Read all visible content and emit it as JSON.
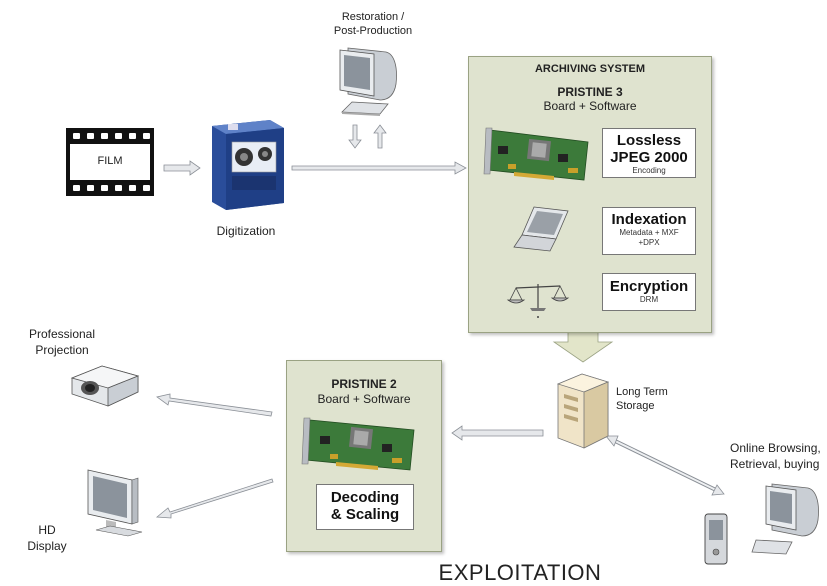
{
  "film": {
    "label": "FILM"
  },
  "digitization": {
    "label": "Digitization"
  },
  "restoration": {
    "label_line1": "Restoration /",
    "label_line2": "Post-Production"
  },
  "archiving": {
    "title": "ARCHIVING SYSTEM",
    "board_name": "PRISTINE 3",
    "board_desc": "Board + Software",
    "lossless": {
      "title_line1": "Lossless",
      "title_line2": "JPEG 2000",
      "sub": "Encoding"
    },
    "indexation": {
      "title": "Indexation",
      "sub_line1": "Metadata + MXF",
      "sub_line2": "+DPX"
    },
    "encryption": {
      "title": "Encryption",
      "sub": "DRM"
    }
  },
  "storage": {
    "label_line1": "Long Term",
    "label_line2": "Storage"
  },
  "pristine2": {
    "board_name": "PRISTINE 2",
    "board_desc": "Board + Software",
    "decoding": {
      "line1": "Decoding",
      "line2": "& Scaling"
    }
  },
  "projection": {
    "label_line1": "Professional",
    "label_line2": "Projection"
  },
  "hd_display": {
    "label_line1": "HD",
    "label_line2": "Display"
  },
  "online": {
    "label_line1": "Online Browsing,",
    "label_line2": "Retrieval, buying"
  },
  "exploitation": {
    "title": "EXPLOITATION"
  },
  "colors": {
    "panel_fill": "#dfe3cf",
    "panel_border": "#9aa283",
    "board_green": "#3c7a3a",
    "arrow_gray": "#c8ccd0"
  }
}
